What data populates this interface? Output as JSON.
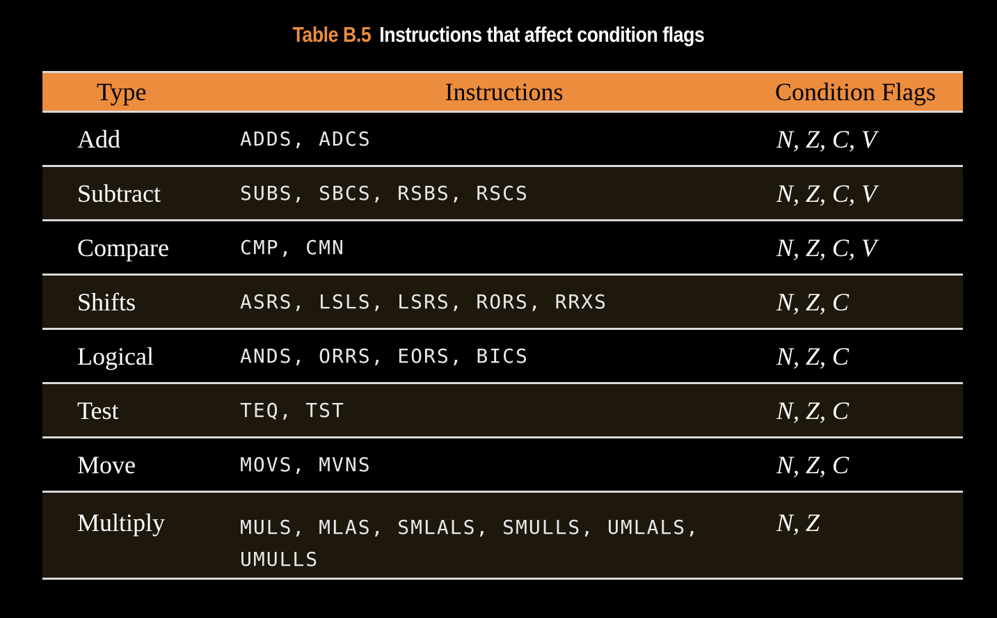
{
  "caption": {
    "label": "Table B.5",
    "title": "Instructions that affect condition flags"
  },
  "table": {
    "headers": {
      "type": "Type",
      "instructions": "Instructions",
      "flags": "Condition Flags"
    },
    "rows": [
      {
        "type": "Add",
        "instructions": "ADDS, ADCS",
        "flags": "N, Z, C, V"
      },
      {
        "type": "Subtract",
        "instructions": "SUBS, SBCS, RSBS, RSCS",
        "flags": "N, Z, C, V"
      },
      {
        "type": "Compare",
        "instructions": "CMP, CMN",
        "flags": "N, Z, C, V"
      },
      {
        "type": "Shifts",
        "instructions": "ASRS, LSLS, LSRS, RORS, RRXS",
        "flags": "N, Z, C"
      },
      {
        "type": "Logical",
        "instructions": "ANDS, ORRS, EORS, BICS",
        "flags": "N, Z, C"
      },
      {
        "type": "Test",
        "instructions": "TEQ, TST",
        "flags": "N, Z, C"
      },
      {
        "type": "Move",
        "instructions": "MOVS, MVNS",
        "flags": "N, Z, C"
      },
      {
        "type": "Multiply",
        "instructions_line1": "MULS, MLAS, SMLALS, SMULLS, UMLALS,",
        "instructions_line2": "UMULLS",
        "flags": "N, Z"
      }
    ]
  },
  "colors": {
    "accent": "#ec8d3d",
    "background": "#000000",
    "stripe": "#1e170c",
    "rule": "#d9d9d9"
  }
}
